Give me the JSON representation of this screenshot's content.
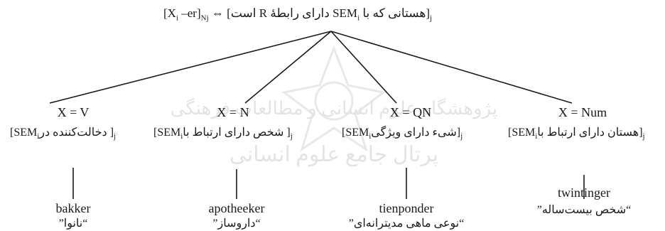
{
  "diagram": {
    "root": {
      "left_part": "[X",
      "left_sub_i": "i",
      "left_mid": " –er]",
      "left_sub_nj": "Nj",
      "arrow": " ⇔ ",
      "bracket_open": "[",
      "fa_text": "هستانی که با SEM",
      "fa_sub_i": "i",
      "fa_text2": " دارای رابطهٔ R است",
      "bracket_close": "]",
      "outer_sub_j": "j"
    },
    "branches": [
      {
        "condition": "X = V",
        "sem_open": "[SEM",
        "sem_sub": "i",
        "sem_fa": " دخالت‌کننده در",
        "sem_close": "]",
        "sem_outer_sub": "j",
        "word": "bakker",
        "gloss": "“نانوا”"
      },
      {
        "condition": "X = N",
        "sem_open": "[SEM",
        "sem_sub": "i",
        "sem_fa": " شخص دارای ارتباط با",
        "sem_close": "]",
        "sem_outer_sub": "j",
        "word": "apotheeker",
        "gloss": "“داروساز”"
      },
      {
        "condition": "X = QN",
        "sem_open": "[SEM",
        "sem_sub": "i",
        "sem_fa": "شیء دارای ویژگی",
        "sem_close": "]",
        "sem_outer_sub": "j",
        "word": "tienponder",
        "gloss": "“نوعی ماهی مدیترانه‌ای”"
      },
      {
        "condition": "X = Num",
        "sem_open": "[SEM",
        "sem_sub": "i",
        "sem_fa": "هستان دارای ارتباط با",
        "sem_close": "]",
        "sem_outer_sub": "j",
        "word": "twintinger",
        "gloss": "“شخص بیست‌ساله”"
      }
    ]
  },
  "watermark": {
    "line1": "پژوهشگاه علوم انسانی و مطالعات فرهنگی",
    "line2": "پرتال جامع علوم انسانی"
  }
}
